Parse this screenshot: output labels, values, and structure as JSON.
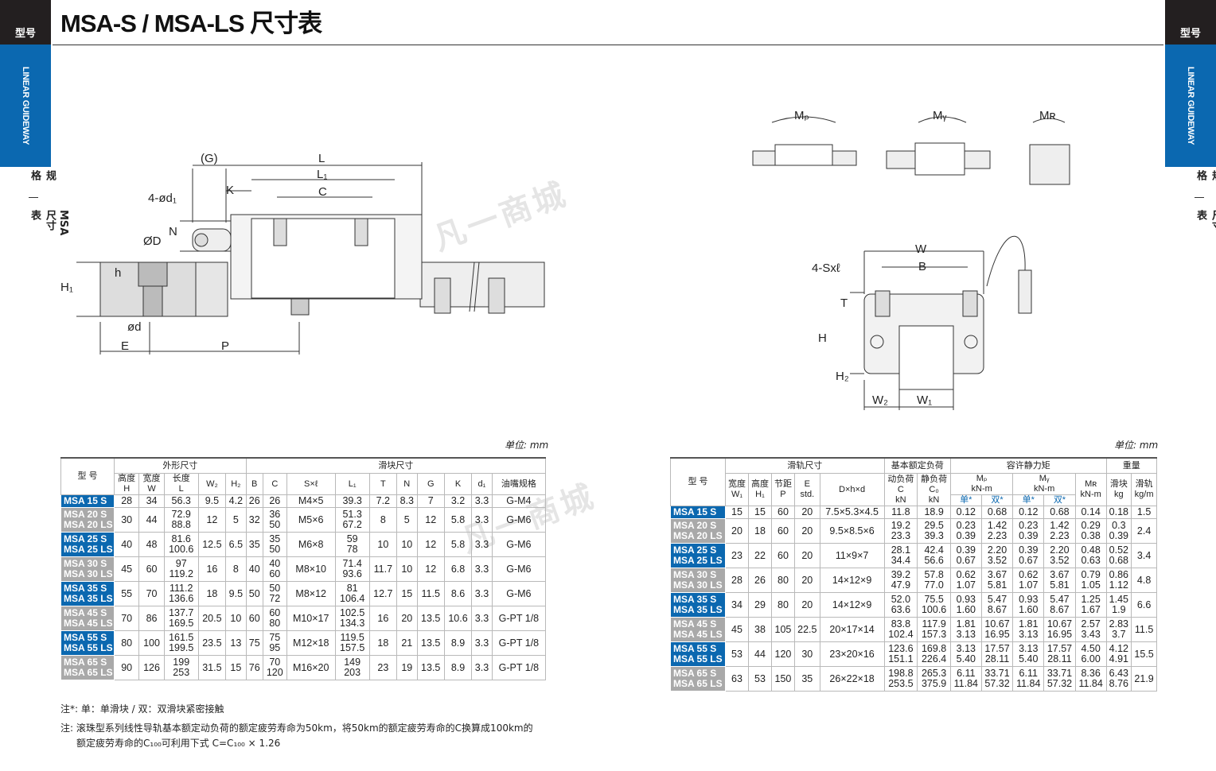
{
  "header": {
    "tag_label": "型号",
    "title": "MSA-S / MSA-LS 尺寸表",
    "side_category": "LINEAR GUIDEWAY",
    "side_section_a": "规格",
    "side_section_b": "MSA 尺寸表"
  },
  "watermark": "凡一商城",
  "diagram_left": {
    "labels": [
      "(G)",
      "L",
      "L₁",
      "4-ød₁",
      "K",
      "C",
      "N",
      "ØD",
      "h",
      "H₁",
      "ød",
      "E",
      "P"
    ]
  },
  "diagram_right": {
    "moment_labels": [
      "Mₚ",
      "Mᵧ",
      "Mʀ"
    ],
    "labels": [
      "W",
      "B",
      "4-Sxℓ",
      "T",
      "H",
      "H₂",
      "W₂",
      "W₁"
    ]
  },
  "left_table": {
    "unit": "单位: mm",
    "headers": {
      "model": "型 号",
      "group_outer": "外形尺寸",
      "group_block": "滑块尺寸",
      "cols": [
        "高度 H",
        "宽度 W",
        "长度 L",
        "W₂",
        "H₂",
        "B",
        "C",
        "S×ℓ",
        "L₁",
        "T",
        "N",
        "G",
        "K",
        "d₁",
        "油嘴规格"
      ]
    },
    "rows": [
      {
        "models": [
          "MSA 15 S"
        ],
        "H": "28",
        "W": "34",
        "L": [
          "56.3"
        ],
        "W2": "9.5",
        "H2": "4.2",
        "B": "26",
        "C": [
          "26"
        ],
        "S": "M4×5",
        "L1": [
          "39.3"
        ],
        "T": "7.2",
        "N": "8.3",
        "G": "7",
        "K": "3.2",
        "d1": "3.3",
        "oil": "G-M4"
      },
      {
        "models": [
          "MSA 20 S",
          "MSA 20 LS"
        ],
        "H": "30",
        "W": "44",
        "L": [
          "72.9",
          "88.8"
        ],
        "W2": "12",
        "H2": "5",
        "B": "32",
        "C": [
          "36",
          "50"
        ],
        "S": "M5×6",
        "L1": [
          "51.3",
          "67.2"
        ],
        "T": "8",
        "N": "5",
        "G": "12",
        "K": "5.8",
        "d1": "3.3",
        "oil": "G-M6"
      },
      {
        "models": [
          "MSA 25 S",
          "MSA 25 LS"
        ],
        "H": "40",
        "W": "48",
        "L": [
          "81.6",
          "100.6"
        ],
        "W2": "12.5",
        "H2": "6.5",
        "B": "35",
        "C": [
          "35",
          "50"
        ],
        "S": "M6×8",
        "L1": [
          "59",
          "78"
        ],
        "T": "10",
        "N": "10",
        "G": "12",
        "K": "5.8",
        "d1": "3.3",
        "oil": "G-M6"
      },
      {
        "models": [
          "MSA 30 S",
          "MSA 30 LS"
        ],
        "H": "45",
        "W": "60",
        "L": [
          "97",
          "119.2"
        ],
        "W2": "16",
        "H2": "8",
        "B": "40",
        "C": [
          "40",
          "60"
        ],
        "S": "M8×10",
        "L1": [
          "71.4",
          "93.6"
        ],
        "T": "11.7",
        "N": "10",
        "G": "12",
        "K": "6.8",
        "d1": "3.3",
        "oil": "G-M6"
      },
      {
        "models": [
          "MSA 35 S",
          "MSA 35 LS"
        ],
        "H": "55",
        "W": "70",
        "L": [
          "111.2",
          "136.6"
        ],
        "W2": "18",
        "H2": "9.5",
        "B": "50",
        "C": [
          "50",
          "72"
        ],
        "S": "M8×12",
        "L1": [
          "81",
          "106.4"
        ],
        "T": "12.7",
        "N": "15",
        "G": "11.5",
        "K": "8.6",
        "d1": "3.3",
        "oil": "G-M6"
      },
      {
        "models": [
          "MSA 45 S",
          "MSA 45 LS"
        ],
        "H": "70",
        "W": "86",
        "L": [
          "137.7",
          "169.5"
        ],
        "W2": "20.5",
        "H2": "10",
        "B": "60",
        "C": [
          "60",
          "80"
        ],
        "S": "M10×17",
        "L1": [
          "102.5",
          "134.3"
        ],
        "T": "16",
        "N": "20",
        "G": "13.5",
        "K": "10.6",
        "d1": "3.3",
        "oil": "G-PT 1/8"
      },
      {
        "models": [
          "MSA 55 S",
          "MSA 55 LS"
        ],
        "H": "80",
        "W": "100",
        "L": [
          "161.5",
          "199.5"
        ],
        "W2": "23.5",
        "H2": "13",
        "B": "75",
        "C": [
          "75",
          "95"
        ],
        "S": "M12×18",
        "L1": [
          "119.5",
          "157.5"
        ],
        "T": "18",
        "N": "21",
        "G": "13.5",
        "K": "8.9",
        "d1": "3.3",
        "oil": "G-PT 1/8"
      },
      {
        "models": [
          "MSA 65 S",
          "MSA 65 LS"
        ],
        "H": "90",
        "W": "126",
        "L": [
          "199",
          "253"
        ],
        "W2": "31.5",
        "H2": "15",
        "B": "76",
        "C": [
          "70",
          "120"
        ],
        "S": "M16×20",
        "L1": [
          "149",
          "203"
        ],
        "T": "23",
        "N": "19",
        "G": "13.5",
        "K": "8.9",
        "d1": "3.3",
        "oil": "G-PT 1/8"
      }
    ],
    "note1": "注*: 单：单滑块 / 双：双滑块紧密接触",
    "note2_line1": "注: 滚珠型系列线性导轨基本额定动负荷的额定疲劳寿命为50km，将50km的额定疲劳寿命的C换算成100km的",
    "note2_line2": "额定疲劳寿命的C₁₀₀可利用下式 C=C₁₀₀ × 1.26"
  },
  "right_table": {
    "unit": "单位: mm",
    "headers": {
      "model": "型 号",
      "group_rail": "滑轨尺寸",
      "group_load": "基本额定负荷",
      "group_moment": "容许静力矩",
      "group_weight": "重量",
      "cols": [
        "宽度 W₁",
        "高度 H₁",
        "节距 P",
        "E std.",
        "D×h×d",
        "动负荷 C kN",
        "静负荷 C₀ kN",
        "Mₚ kN-m",
        "Mᵧ kN-m",
        "Mʀ kN-m",
        "滑块 kg",
        "滑轨 kg/m"
      ],
      "single": "单*",
      "double": "双*"
    },
    "rows": [
      {
        "models": [
          "MSA 15 S"
        ],
        "W1": "15",
        "H1": "15",
        "P": "60",
        "E": "20",
        "D": "7.5×5.3×4.5",
        "C": [
          "11.8"
        ],
        "C0": [
          "18.9"
        ],
        "MPs": [
          "0.12"
        ],
        "MPd": [
          "0.68"
        ],
        "MYs": [
          "0.12"
        ],
        "MYd": [
          "0.68"
        ],
        "MR": [
          "0.14"
        ],
        "blk": [
          "0.18"
        ],
        "rail": "1.5"
      },
      {
        "models": [
          "MSA 20 S",
          "MSA 20 LS"
        ],
        "W1": "20",
        "H1": "18",
        "P": "60",
        "E": "20",
        "D": "9.5×8.5×6",
        "C": [
          "19.2",
          "23.3"
        ],
        "C0": [
          "29.5",
          "39.3"
        ],
        "MPs": [
          "0.23",
          "0.39"
        ],
        "MPd": [
          "1.42",
          "2.23"
        ],
        "MYs": [
          "0.23",
          "0.39"
        ],
        "MYd": [
          "1.42",
          "2.23"
        ],
        "MR": [
          "0.29",
          "0.38"
        ],
        "blk": [
          "0.3",
          "0.39"
        ],
        "rail": "2.4"
      },
      {
        "models": [
          "MSA 25 S",
          "MSA 25 LS"
        ],
        "W1": "23",
        "H1": "22",
        "P": "60",
        "E": "20",
        "D": "11×9×7",
        "C": [
          "28.1",
          "34.4"
        ],
        "C0": [
          "42.4",
          "56.6"
        ],
        "MPs": [
          "0.39",
          "0.67"
        ],
        "MPd": [
          "2.20",
          "3.52"
        ],
        "MYs": [
          "0.39",
          "0.67"
        ],
        "MYd": [
          "2.20",
          "3.52"
        ],
        "MR": [
          "0.48",
          "0.63"
        ],
        "blk": [
          "0.52",
          "0.68"
        ],
        "rail": "3.4"
      },
      {
        "models": [
          "MSA 30 S",
          "MSA 30 LS"
        ],
        "W1": "28",
        "H1": "26",
        "P": "80",
        "E": "20",
        "D": "14×12×9",
        "C": [
          "39.2",
          "47.9"
        ],
        "C0": [
          "57.8",
          "77.0"
        ],
        "MPs": [
          "0.62",
          "1.07"
        ],
        "MPd": [
          "3.67",
          "5.81"
        ],
        "MYs": [
          "0.62",
          "1.07"
        ],
        "MYd": [
          "3.67",
          "5.81"
        ],
        "MR": [
          "0.79",
          "1.05"
        ],
        "blk": [
          "0.86",
          "1.12"
        ],
        "rail": "4.8"
      },
      {
        "models": [
          "MSA 35 S",
          "MSA 35 LS"
        ],
        "W1": "34",
        "H1": "29",
        "P": "80",
        "E": "20",
        "D": "14×12×9",
        "C": [
          "52.0",
          "63.6"
        ],
        "C0": [
          "75.5",
          "100.6"
        ],
        "MPs": [
          "0.93",
          "1.60"
        ],
        "MPd": [
          "5.47",
          "8.67"
        ],
        "MYs": [
          "0.93",
          "1.60"
        ],
        "MYd": [
          "5.47",
          "8.67"
        ],
        "MR": [
          "1.25",
          "1.67"
        ],
        "blk": [
          "1.45",
          "1.9"
        ],
        "rail": "6.6"
      },
      {
        "models": [
          "MSA 45 S",
          "MSA 45 LS"
        ],
        "W1": "45",
        "H1": "38",
        "P": "105",
        "E": "22.5",
        "D": "20×17×14",
        "C": [
          "83.8",
          "102.4"
        ],
        "C0": [
          "117.9",
          "157.3"
        ],
        "MPs": [
          "1.81",
          "3.13"
        ],
        "MPd": [
          "10.67",
          "16.95"
        ],
        "MYs": [
          "1.81",
          "3.13"
        ],
        "MYd": [
          "10.67",
          "16.95"
        ],
        "MR": [
          "2.57",
          "3.43"
        ],
        "blk": [
          "2.83",
          "3.7"
        ],
        "rail": "11.5"
      },
      {
        "models": [
          "MSA 55 S",
          "MSA 55 LS"
        ],
        "W1": "53",
        "H1": "44",
        "P": "120",
        "E": "30",
        "D": "23×20×16",
        "C": [
          "123.6",
          "151.1"
        ],
        "C0": [
          "169.8",
          "226.4"
        ],
        "MPs": [
          "3.13",
          "5.40"
        ],
        "MPd": [
          "17.57",
          "28.11"
        ],
        "MYs": [
          "3.13",
          "5.40"
        ],
        "MYd": [
          "17.57",
          "28.11"
        ],
        "MR": [
          "4.50",
          "6.00"
        ],
        "blk": [
          "4.12",
          "4.91"
        ],
        "rail": "15.5"
      },
      {
        "models": [
          "MSA 65 S",
          "MSA 65 LS"
        ],
        "W1": "63",
        "H1": "53",
        "P": "150",
        "E": "35",
        "D": "26×22×18",
        "C": [
          "198.8",
          "253.5"
        ],
        "C0": [
          "265.3",
          "375.9"
        ],
        "MPs": [
          "6.11",
          "11.84"
        ],
        "MPd": [
          "33.71",
          "57.32"
        ],
        "MYs": [
          "6.11",
          "11.84"
        ],
        "MYd": [
          "33.71",
          "57.32"
        ],
        "MR": [
          "8.36",
          "11.84"
        ],
        "blk": [
          "6.43",
          "8.76"
        ],
        "rail": "21.9"
      }
    ]
  }
}
